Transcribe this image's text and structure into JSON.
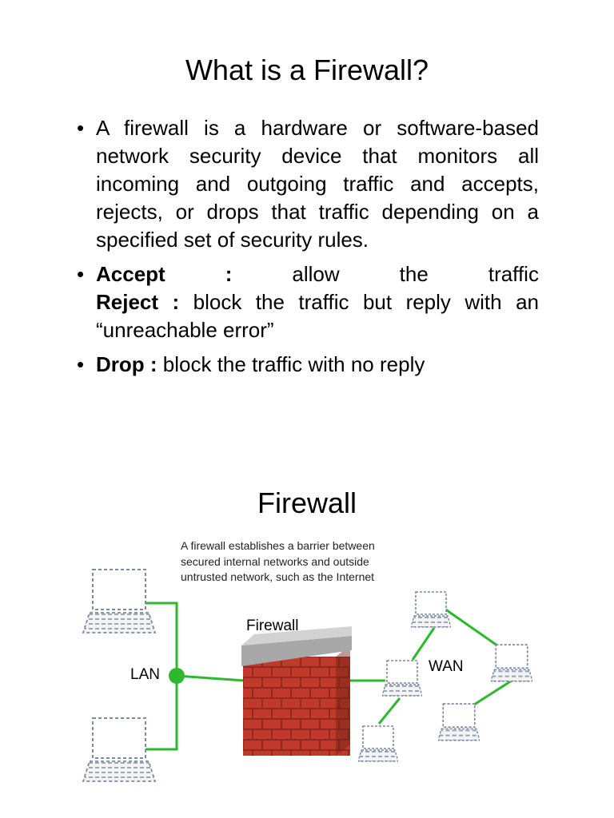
{
  "slide1": {
    "title": "What is a Firewall?",
    "bullet1": "A firewall is a hardware or software-based network security device that monitors all incoming and outgoing traffic and accepts, rejects, or drops that traffic depending on a specified set of security rules.",
    "accept_term": "Accept",
    "accept_colon": ":",
    "accept_words": [
      "allow",
      "the",
      "traffic"
    ],
    "reject_term": "Reject :",
    "reject_desc": "block the traffic but reply with an “unreachable error”",
    "drop_term": "Drop :",
    "drop_desc": "block the traffic with no reply"
  },
  "slide2": {
    "title": "Firewall",
    "caption_lines": [
      "A firewall establishes a barrier between",
      "secured internal networks and outside",
      "untrusted network, such as the Internet"
    ],
    "firewall_label": "Firewall",
    "lan_label": "LAN",
    "wan_label": "WAN"
  },
  "colors": {
    "link_green": "#2db82d",
    "brick_red": "#c0392b",
    "brick_dark": "#8e2a1f",
    "wall_cap": "#a8a8a8",
    "laptop_outline": "#7a8aa0"
  }
}
